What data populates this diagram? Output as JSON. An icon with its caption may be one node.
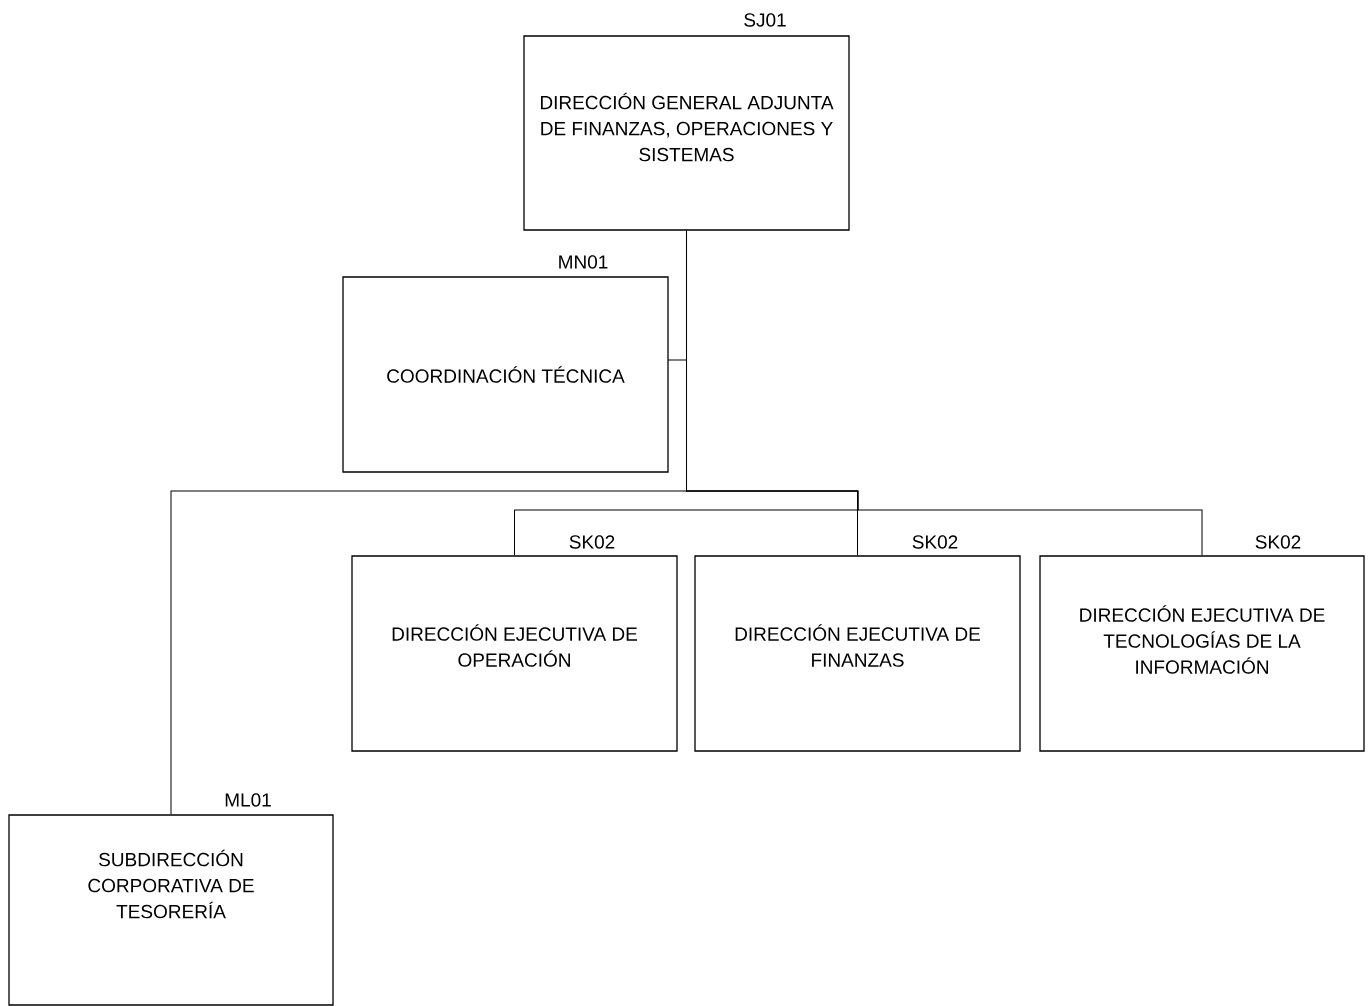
{
  "diagram": {
    "nodes": [
      {
        "text": [
          "DIRECCIÓN GENERAL ADJUNTA DE FINANZAS, OPERACIONES Y SISTEMAS"
        ],
        "beside": [
          "SJ01"
        ]
      },
      {
        "text": [
          "COORDINACIÓN TÉCNICA"
        ],
        "beside": [
          "MN01"
        ]
      },
      {
        "text": [
          "DIRECCIÓN EJECUTIVA DE OPERACIÓN"
        ],
        "beside": [
          "SK02"
        ]
      },
      {
        "text": [
          "DIRECCIÓN EJECUTIVA DE FINANZAS"
        ],
        "beside": [
          "SK02"
        ]
      },
      {
        "text": [
          "DIRECCIÓN EJECUTIVA DE TECNOLOGÍAS DE LA INFORMACIÓN"
        ],
        "beside": [
          "SK02"
        ]
      },
      {
        "text": [
          "SUBDIRECCIÓN CORPORATIVA DE TESORERÍA"
        ],
        "beside": [
          "ML01"
        ]
      }
    ],
    "edges": [
      {
        "from": 0,
        "to": 1,
        "arrow": "none"
      },
      {
        "from": 0,
        "to": 2,
        "arrow": "none"
      },
      {
        "from": 0,
        "to": 3,
        "arrow": "none"
      },
      {
        "from": 0,
        "to": 4,
        "arrow": "none"
      },
      {
        "from": 0,
        "to": 5,
        "arrow": "none"
      }
    ]
  }
}
